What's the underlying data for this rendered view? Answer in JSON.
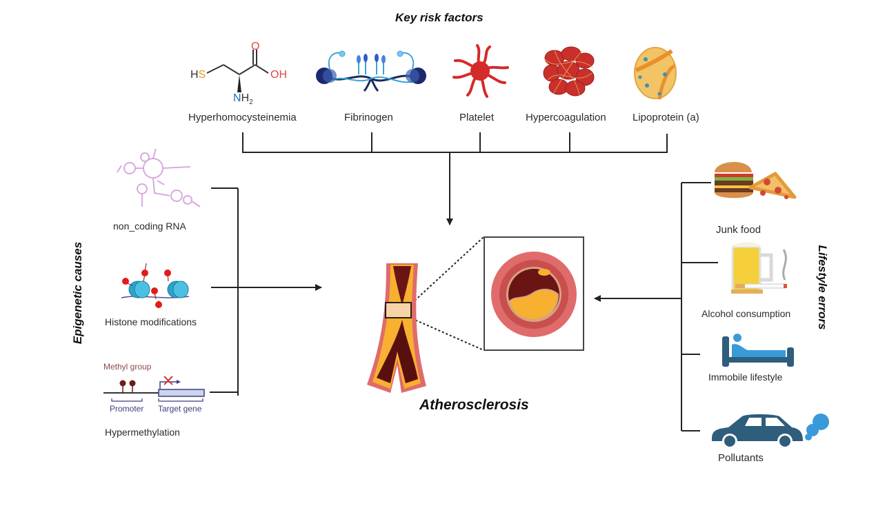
{
  "key_risk_factors": {
    "title": "Key risk factors",
    "items": [
      {
        "label": "Hyperhomocysteinemia",
        "icon": "homocysteine-molecule",
        "chem": {
          "hs": "HS",
          "oh": "OH",
          "o": "O",
          "nh": "NH",
          "sub": "2"
        }
      },
      {
        "label": "Fibrinogen",
        "icon": "fibrinogen-protein"
      },
      {
        "label": "Platelet",
        "icon": "platelet-cell"
      },
      {
        "label": "Hypercoagulation",
        "icon": "blood-clot"
      },
      {
        "label": "Lipoprotein (a)",
        "icon": "lipoprotein-particle"
      }
    ]
  },
  "epigenetic_causes": {
    "title": "Epigenetic causes",
    "items": [
      {
        "label": "non_coding RNA",
        "icon": "rna-structure"
      },
      {
        "label": "Histone modifications",
        "icon": "nucleosome"
      },
      {
        "label": "Hypermethylation",
        "icon": "methylated-dna",
        "annotations": {
          "methyl": "Methyl group",
          "promoter": "Promoter",
          "target": "Target gene"
        }
      }
    ]
  },
  "lifestyle_errors": {
    "title": "Lifestyle errors",
    "items": [
      {
        "label": "Junk food",
        "icon": "burger-pizza"
      },
      {
        "label": "Alcohol consumption",
        "icon": "beer-cigarette"
      },
      {
        "label": "Immobile lifestyle",
        "icon": "person-in-bed"
      },
      {
        "label": "Pollutants",
        "icon": "car-exhaust"
      }
    ]
  },
  "center": {
    "title": "Atherosclerosis",
    "icon": "artery-plaque"
  },
  "colors": {
    "line": "#222222",
    "artery_outer": "#e06b6b",
    "artery_wall": "#c94f4f",
    "blood": "#6b1414",
    "plaque": "#f7b02f",
    "rna": "#d9a9dd",
    "histone": "#2ea3c9",
    "mark": "#e31b1b",
    "lifestyle_blue": "#2f5d7c",
    "light_blue": "#3a9ad9"
  }
}
